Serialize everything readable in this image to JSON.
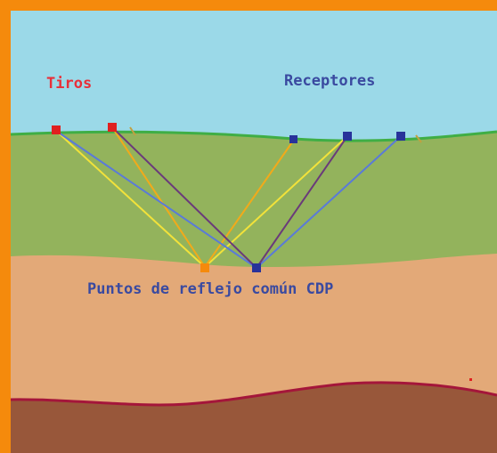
{
  "labels": {
    "shots": "Tiros",
    "receivers": "Receptores",
    "cdp": "Puntos de reflejo común CDP"
  },
  "colors": {
    "frame": "#f58a0c",
    "sky": "#9bd9e8",
    "surface_layer": "#93b35c",
    "middle_layer": "#e3a978",
    "deep_layer": "#98573a",
    "ground_line": "#3fae45",
    "interface_line": "#a4163a",
    "shot_label": "#e8303a",
    "receiver_label": "#3a4aa0",
    "cdp_label": "#3a4aa0",
    "shot_marker": "#e02020",
    "receiver_marker": "#28329a",
    "cdp_orange": "#f58a0c",
    "cdp_navy": "#28329a",
    "ray_yellow": "#f2e23a",
    "ray_orange": "#f2aa1a",
    "ray_blue": "#5a7ad8",
    "ray_purple": "#6a3a7a"
  }
}
